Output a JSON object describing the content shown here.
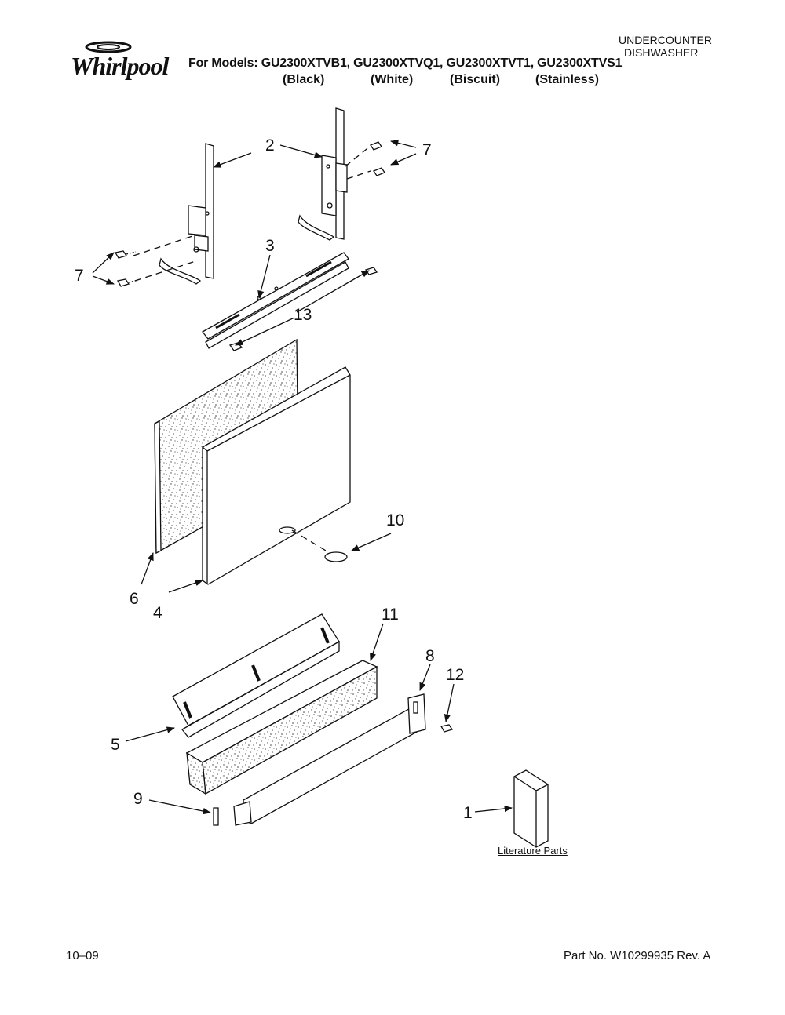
{
  "brand": {
    "logo_text": "Whirlpool"
  },
  "header": {
    "models_line": "For Models: GU2300XTVB1, GU2300XTVQ1, GU2300XTVT1, GU2300XTVS1",
    "variants": [
      "(Black)",
      "(White)",
      "(Biscuit)",
      "(Stainless)"
    ],
    "category_line1": "UNDERCOUNTER",
    "category_line2": "DISHWASHER"
  },
  "callouts": {
    "c1": "1",
    "c2": "2",
    "c3": "3",
    "c4": "4",
    "c5": "5",
    "c6": "6",
    "c7a": "7",
    "c7b": "7",
    "c8": "8",
    "c9": "9",
    "c10": "10",
    "c11": "11",
    "c12": "12",
    "c13": "13"
  },
  "literature_label": "Literature Parts",
  "footer": {
    "date": "10–09",
    "part_no": "Part No. W10299935 Rev. A"
  },
  "colors": {
    "ink": "#111111",
    "speckle": "#555555"
  }
}
